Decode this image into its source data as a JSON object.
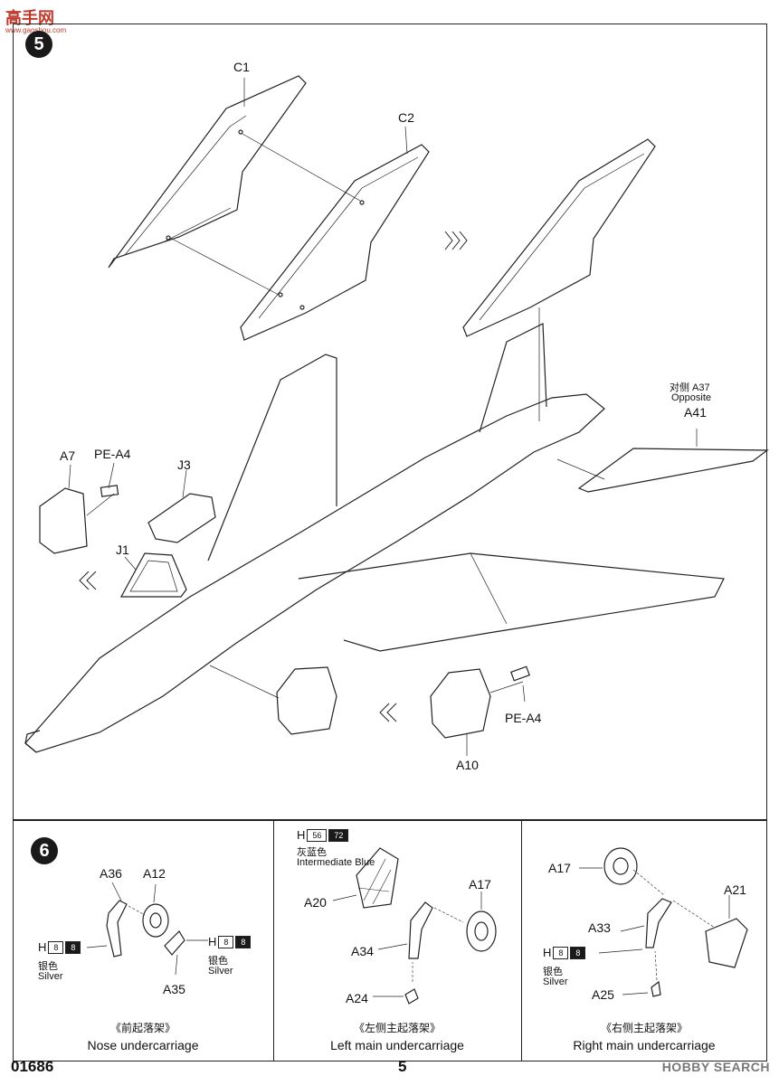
{
  "header": {
    "site_logo": "高手网",
    "site_url": "www.gaoshou.com"
  },
  "step5": {
    "number": "5",
    "labels": {
      "c1": "C1",
      "c2": "C2",
      "a7": "A7",
      "pea4_top": "PE-A4",
      "j3": "J3",
      "j1": "J1",
      "opposite_cn": "对侧 A37",
      "opposite_en": "Opposite",
      "a41": "A41",
      "pea4_bottom": "PE-A4",
      "a10": "A10"
    }
  },
  "step6": {
    "number": "6",
    "panels": [
      {
        "caption_cn": "《前起落架》",
        "caption_en": "Nose  undercarriage",
        "labels": {
          "a36": "A36",
          "a12": "A12",
          "a35": "A35"
        },
        "paints": [
          {
            "letter": "H",
            "code1": "8",
            "code2": "8",
            "cn": "银色",
            "en": "Silver"
          },
          {
            "letter": "H",
            "code1": "8",
            "code2": "8",
            "cn": "银色",
            "en": "Silver"
          }
        ]
      },
      {
        "caption_cn": "《左侧主起落架》",
        "caption_en": "Left main undercarriage",
        "labels": {
          "a17": "A17",
          "a20": "A20",
          "a34": "A34",
          "a24": "A24"
        },
        "paint": {
          "letter": "H",
          "code1": "56",
          "code2": "72",
          "cn": "灰蓝色",
          "en": "Intermediate Blue"
        }
      },
      {
        "caption_cn": "《右侧主起落架》",
        "caption_en": "Right main undercarriage",
        "labels": {
          "a17": "A17",
          "a21": "A21",
          "a33": "A33",
          "a25": "A25"
        },
        "paint": {
          "letter": "H",
          "code1": "8",
          "code2": "8",
          "cn": "银色",
          "en": "Silver"
        }
      }
    ]
  },
  "footer": {
    "code": "01686",
    "page": "5",
    "watermark": "HOBBY SEARCH"
  }
}
